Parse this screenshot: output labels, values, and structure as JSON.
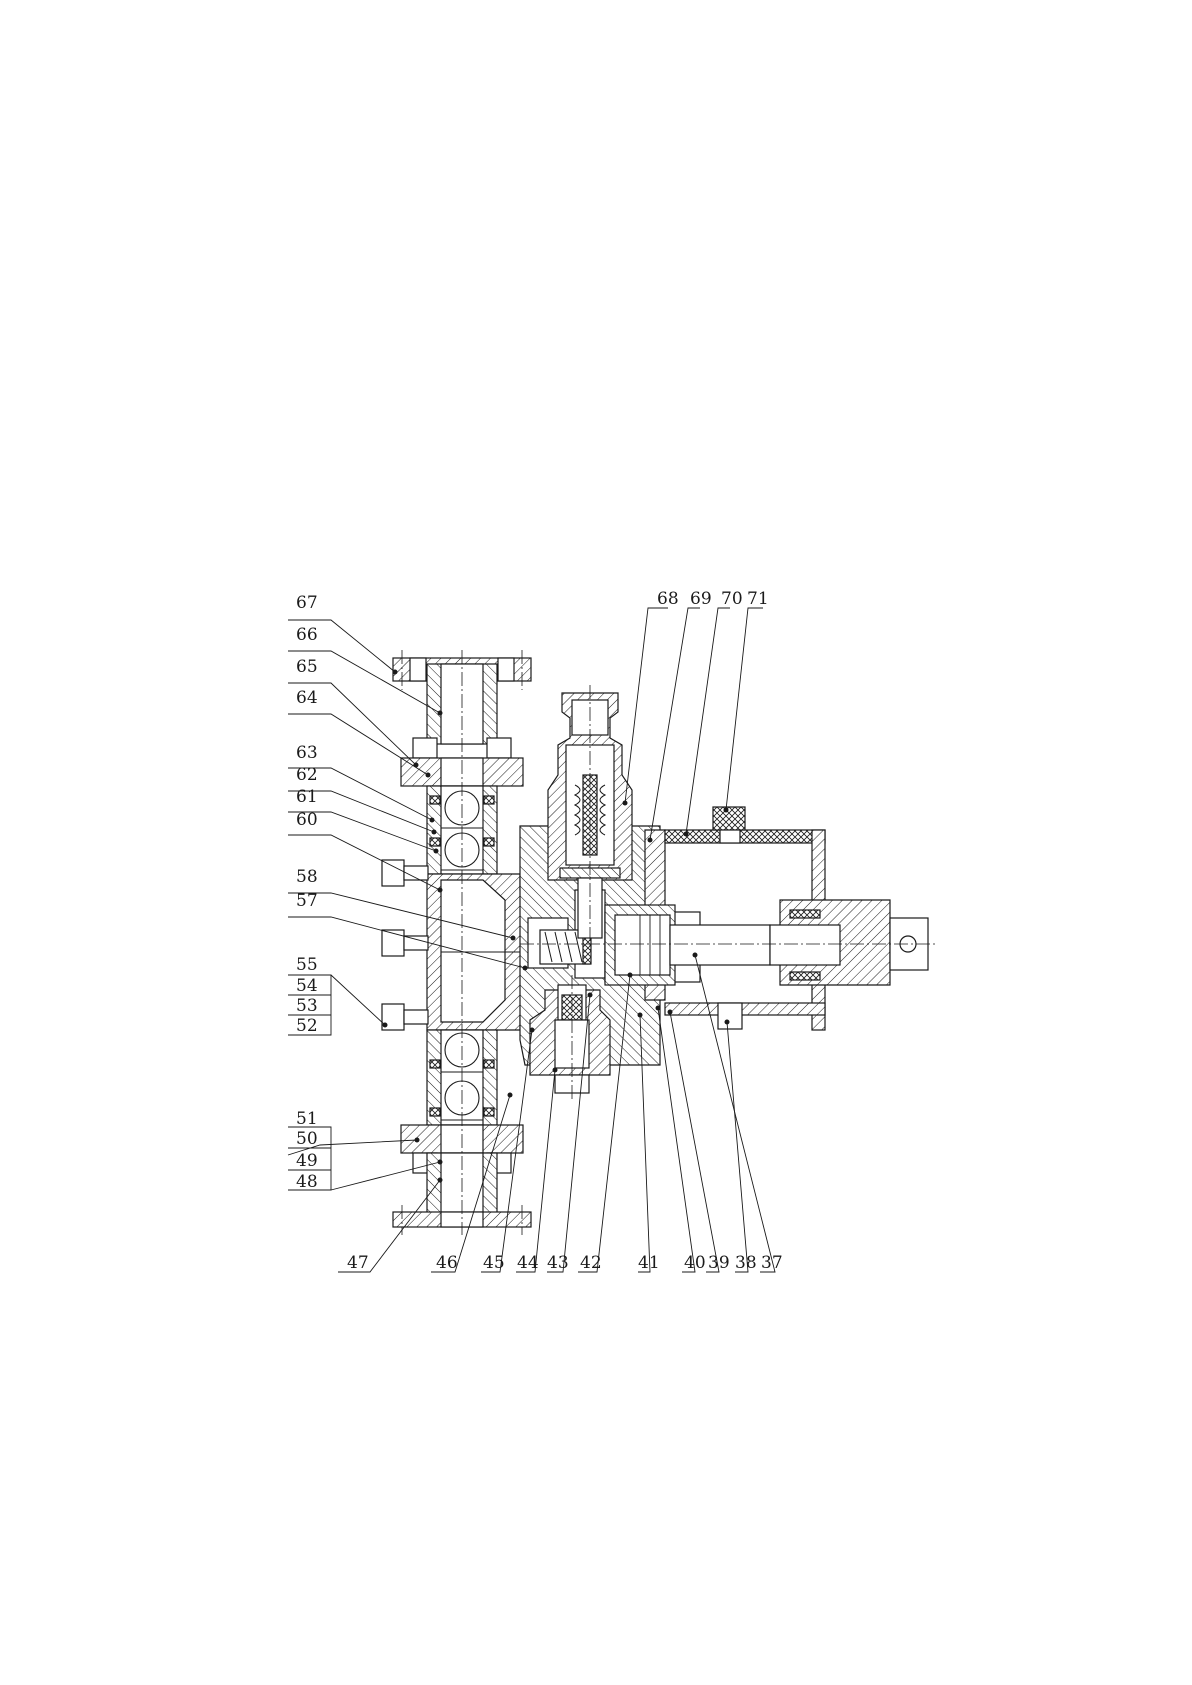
{
  "labels_left": [
    "67",
    "66",
    "65",
    "64",
    "63",
    "62",
    "61",
    "60",
    "58",
    "57",
    "55",
    "54",
    "53",
    "52",
    "51",
    "50",
    "49",
    "48"
  ],
  "labels_top": [
    "68",
    "69",
    "70",
    "71"
  ],
  "labels_bottom": [
    "47",
    "46",
    "45",
    "44",
    "43",
    "42",
    "41",
    "40",
    "39",
    "38",
    "37"
  ]
}
